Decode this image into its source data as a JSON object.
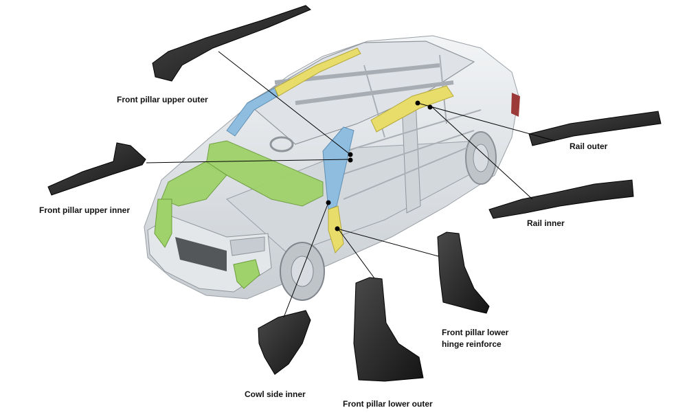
{
  "labels": {
    "front_pillar_upper_outer": "Front pillar upper outer",
    "front_pillar_upper_inner": "Front pillar upper inner",
    "rail_outer": "Rail outer",
    "rail_inner": "Rail inner",
    "cowl_side_inner": "Cowl side inner",
    "front_pillar_lower_outer": "Front pillar lower outer",
    "front_pillar_lower_hinge_reinforce_line1": "Front pillar lower",
    "front_pillar_lower_hinge_reinforce_line2": "hinge reinforce"
  },
  "colors": {
    "body_white": "#e8ebee",
    "highlight_blue": "#8fbde0",
    "highlight_yellow": "#e8dc6a",
    "highlight_green": "#9fd26a",
    "part_black": "#222222",
    "leader_line": "#000000"
  }
}
